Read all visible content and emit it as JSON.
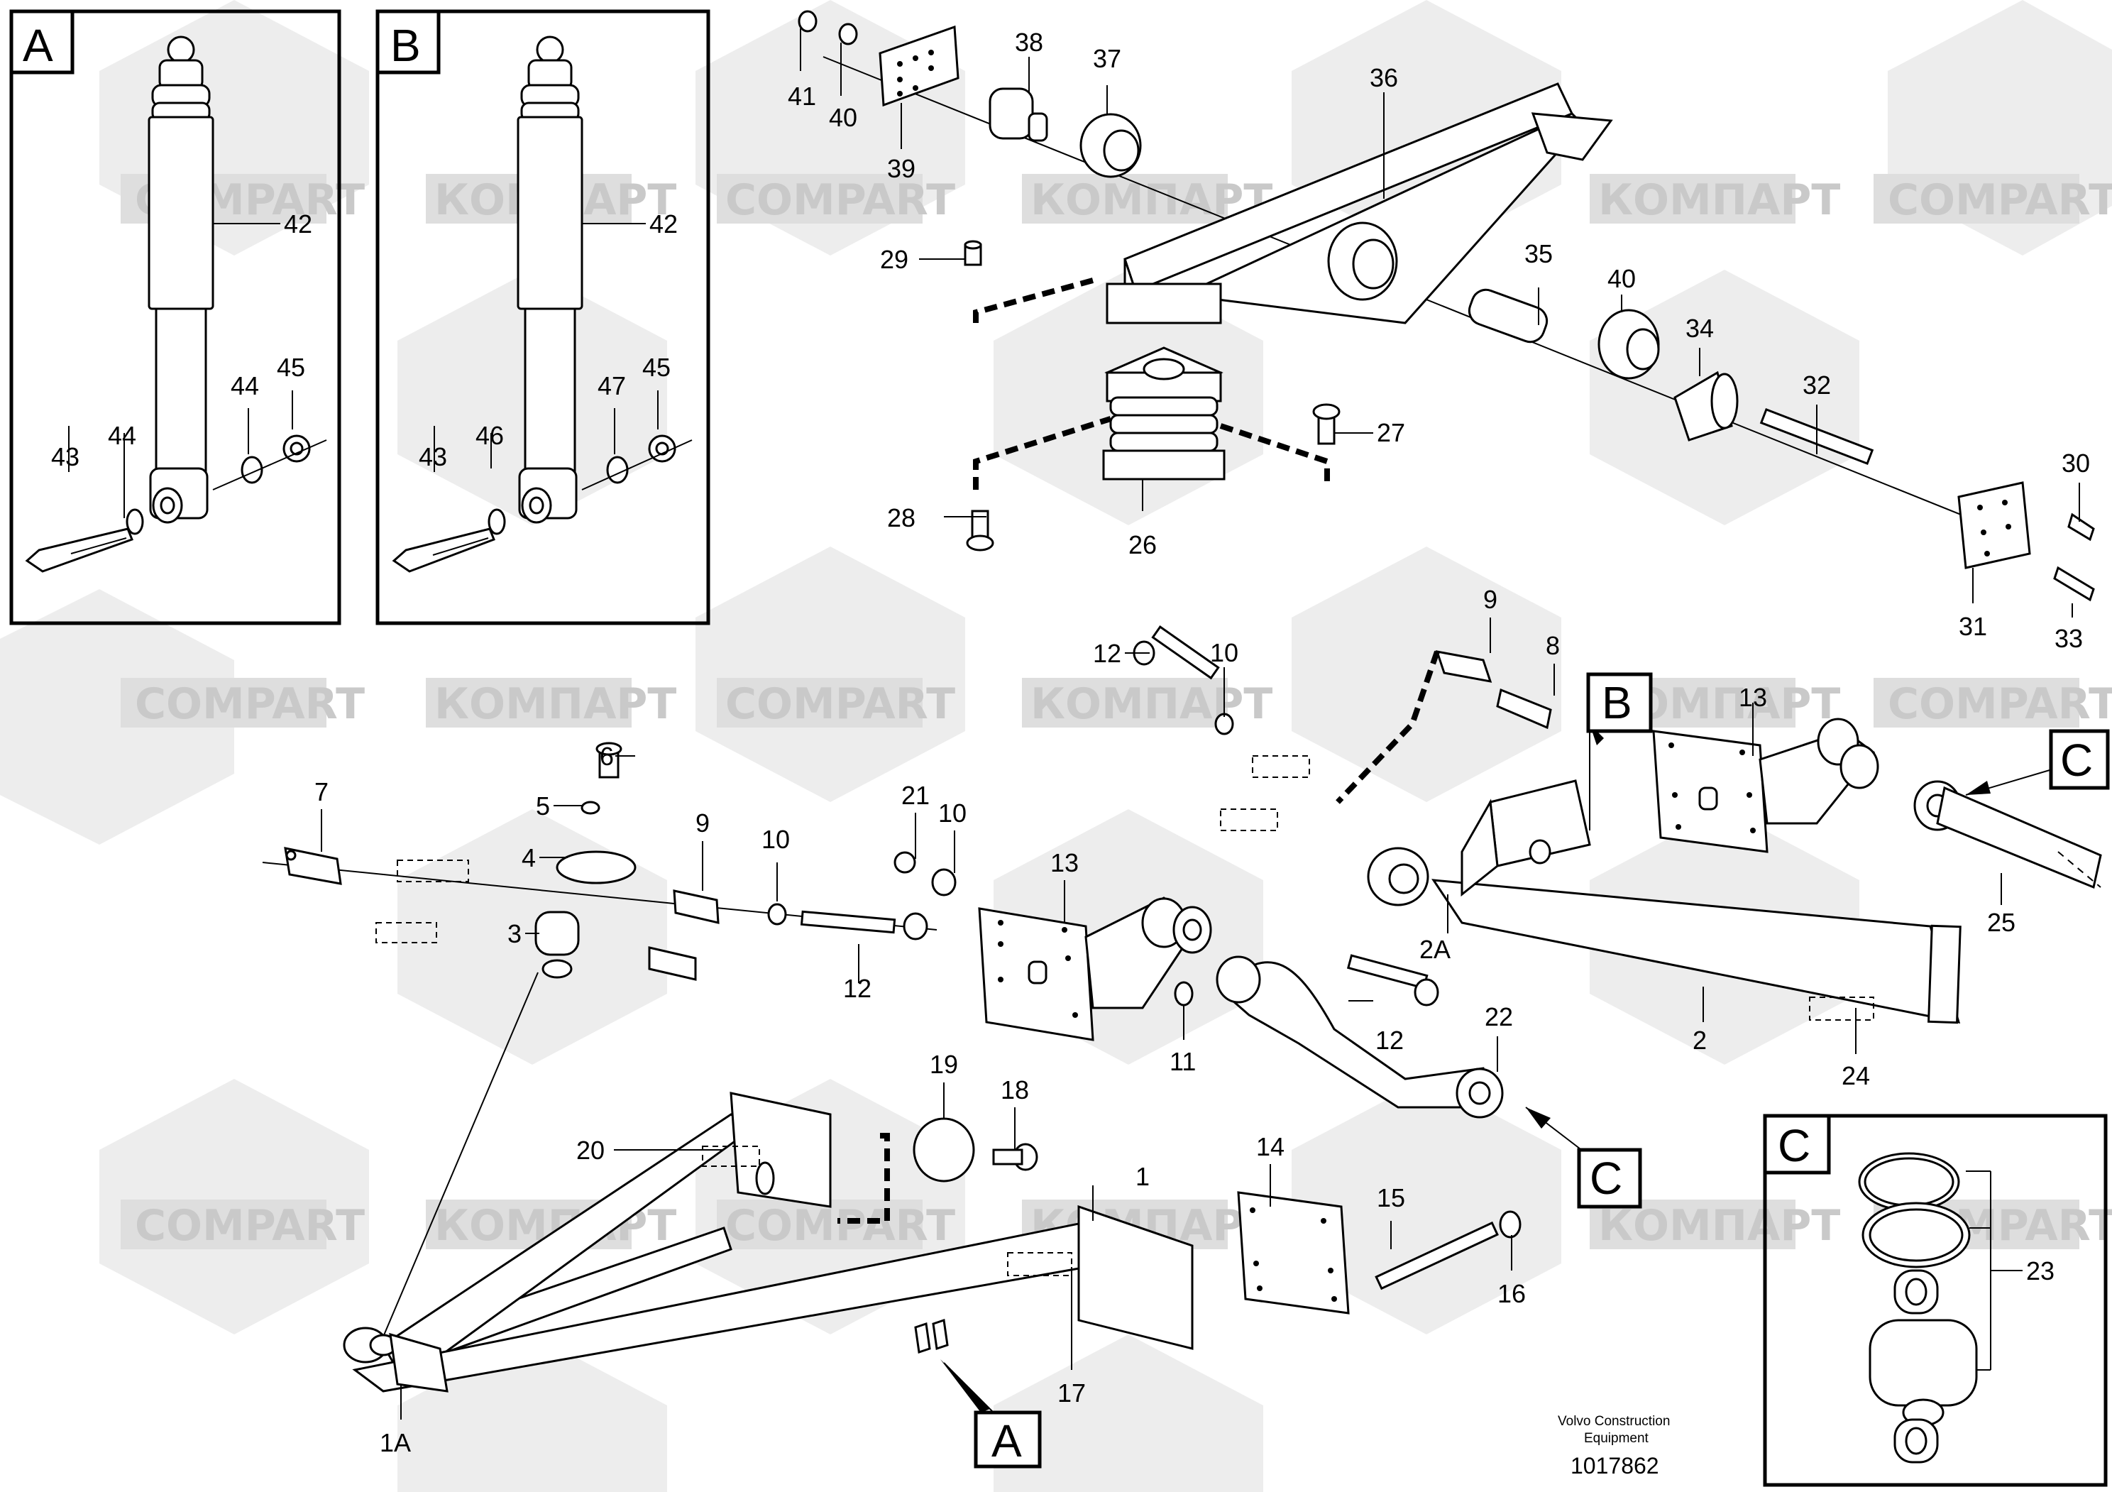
{
  "watermarks": {
    "latin": "COMPART",
    "cyrillic": "КОМПАРТ"
  },
  "callout_boxes": {
    "a": "A",
    "b": "B",
    "c": "C"
  },
  "callouts": {
    "a_ref": "A",
    "b_ref": "B",
    "c_ref_top": "C",
    "c_ref_bottom": "C"
  },
  "labels": {
    "p1": "1",
    "p1a": "1A",
    "p2": "2",
    "p2a": "2A",
    "p3": "3",
    "p4": "4",
    "p5": "5",
    "p6": "6",
    "p7": "7",
    "p8": "8",
    "p9a": "9",
    "p9b": "9",
    "p10a": "10",
    "p10b": "10",
    "p10c": "10",
    "p11": "11",
    "p12a": "12",
    "p12b": "12",
    "p12c": "12",
    "p13a": "13",
    "p13b": "13",
    "p14": "14",
    "p15": "15",
    "p16": "16",
    "p17": "17",
    "p18": "18",
    "p19": "19",
    "p20": "20",
    "p21": "21",
    "p22": "22",
    "p23": "23",
    "p24": "24",
    "p25": "25",
    "p26": "26",
    "p27": "27",
    "p28": "28",
    "p29": "29",
    "p30": "30",
    "p31": "31",
    "p32": "32",
    "p33": "33",
    "p34": "34",
    "p35": "35",
    "p36": "36",
    "p37": "37",
    "p38": "38",
    "p39": "39",
    "p40a": "40",
    "p40b": "40",
    "p41": "41",
    "a42": "42",
    "a43": "43",
    "a44a": "44",
    "a44b": "44",
    "a45": "45",
    "b42": "42",
    "b43": "43",
    "b45": "45",
    "b46": "46",
    "b47": "47"
  },
  "footer": {
    "line1": "Volvo Construction",
    "line2": "Equipment",
    "number": "1017862"
  }
}
